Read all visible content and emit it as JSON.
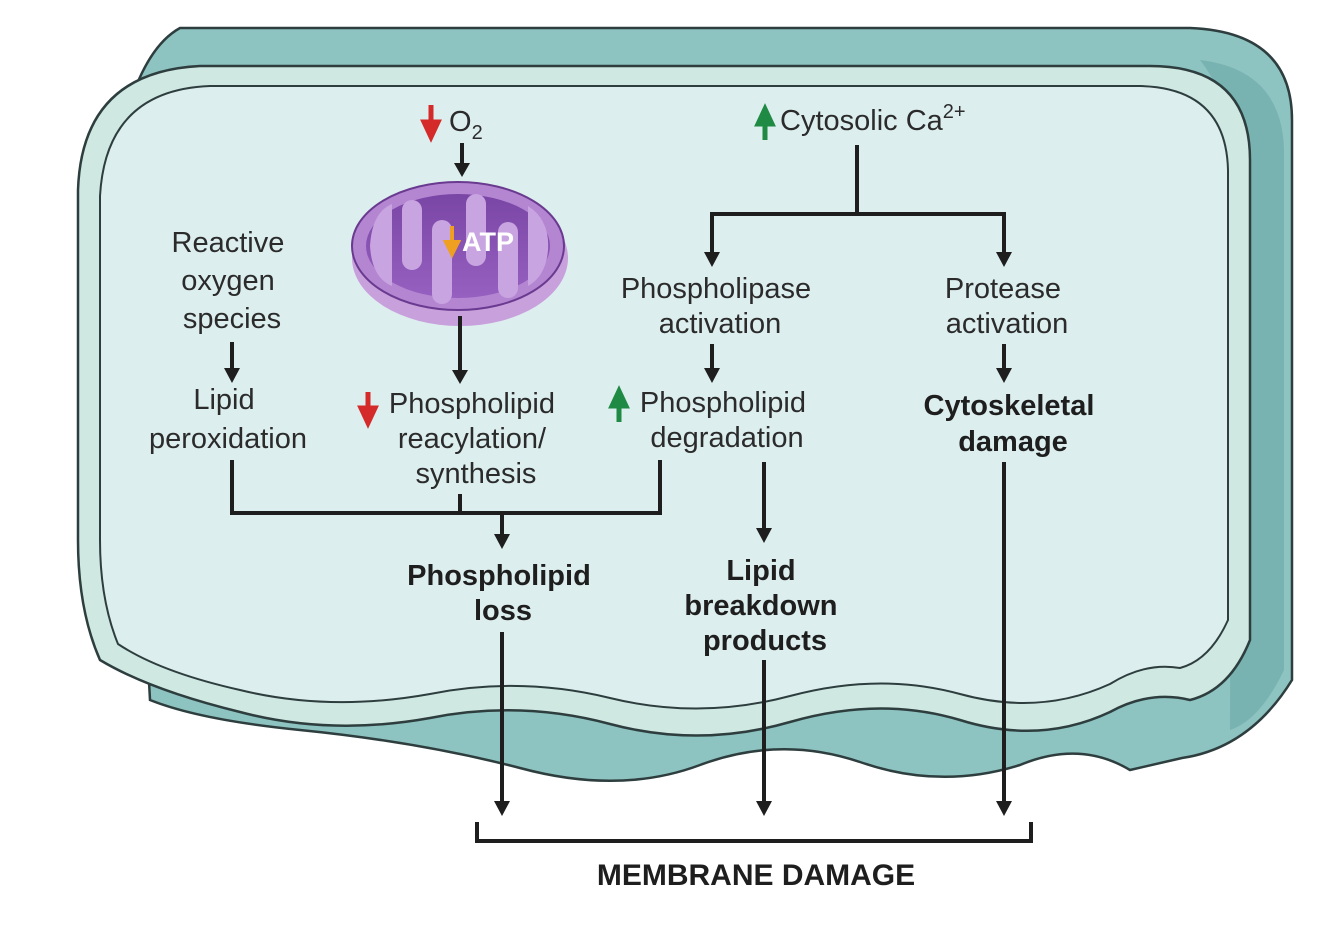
{
  "inputs": {
    "oxygen": {
      "symbol": "O",
      "subscript": "2",
      "trend": "decrease"
    },
    "calcium": {
      "text": "Cytosolic Ca",
      "superscript": "2+",
      "trend": "increase"
    }
  },
  "mitochondrion": {
    "label": "ATP",
    "trend": "decrease"
  },
  "nodes": {
    "ros": [
      "Reactive",
      "oxygen",
      "species"
    ],
    "lipid_peroxidation": [
      "Lipid",
      "peroxidation"
    ],
    "phospholipid_synthesis": {
      "trend": "decrease",
      "lines": [
        "Phospholipid",
        "reacylation/",
        "synthesis"
      ]
    },
    "phospholipase": [
      "Phospholipase",
      "activation"
    ],
    "phospholipid_degradation": {
      "trend": "increase",
      "lines": [
        "Phospholipid",
        "degradation"
      ]
    },
    "protease": [
      "Protease",
      "activation"
    ],
    "cytoskeletal_damage": [
      "Cytoskeletal",
      "damage"
    ],
    "phospholipid_loss": [
      "Phospholipid",
      "loss"
    ],
    "lipid_breakdown": [
      "Lipid",
      "breakdown",
      "products"
    ]
  },
  "outcome": "MEMBRANE DAMAGE",
  "colors": {
    "decrease_arrow": "#d42a2a",
    "increase_arrow": "#1e8a44",
    "atp_arrow": "#f0a020",
    "cytoplasm": "#ddeeee",
    "membrane_outer": "#8fc2c0",
    "mitochondrion": "#8a4fb0"
  }
}
